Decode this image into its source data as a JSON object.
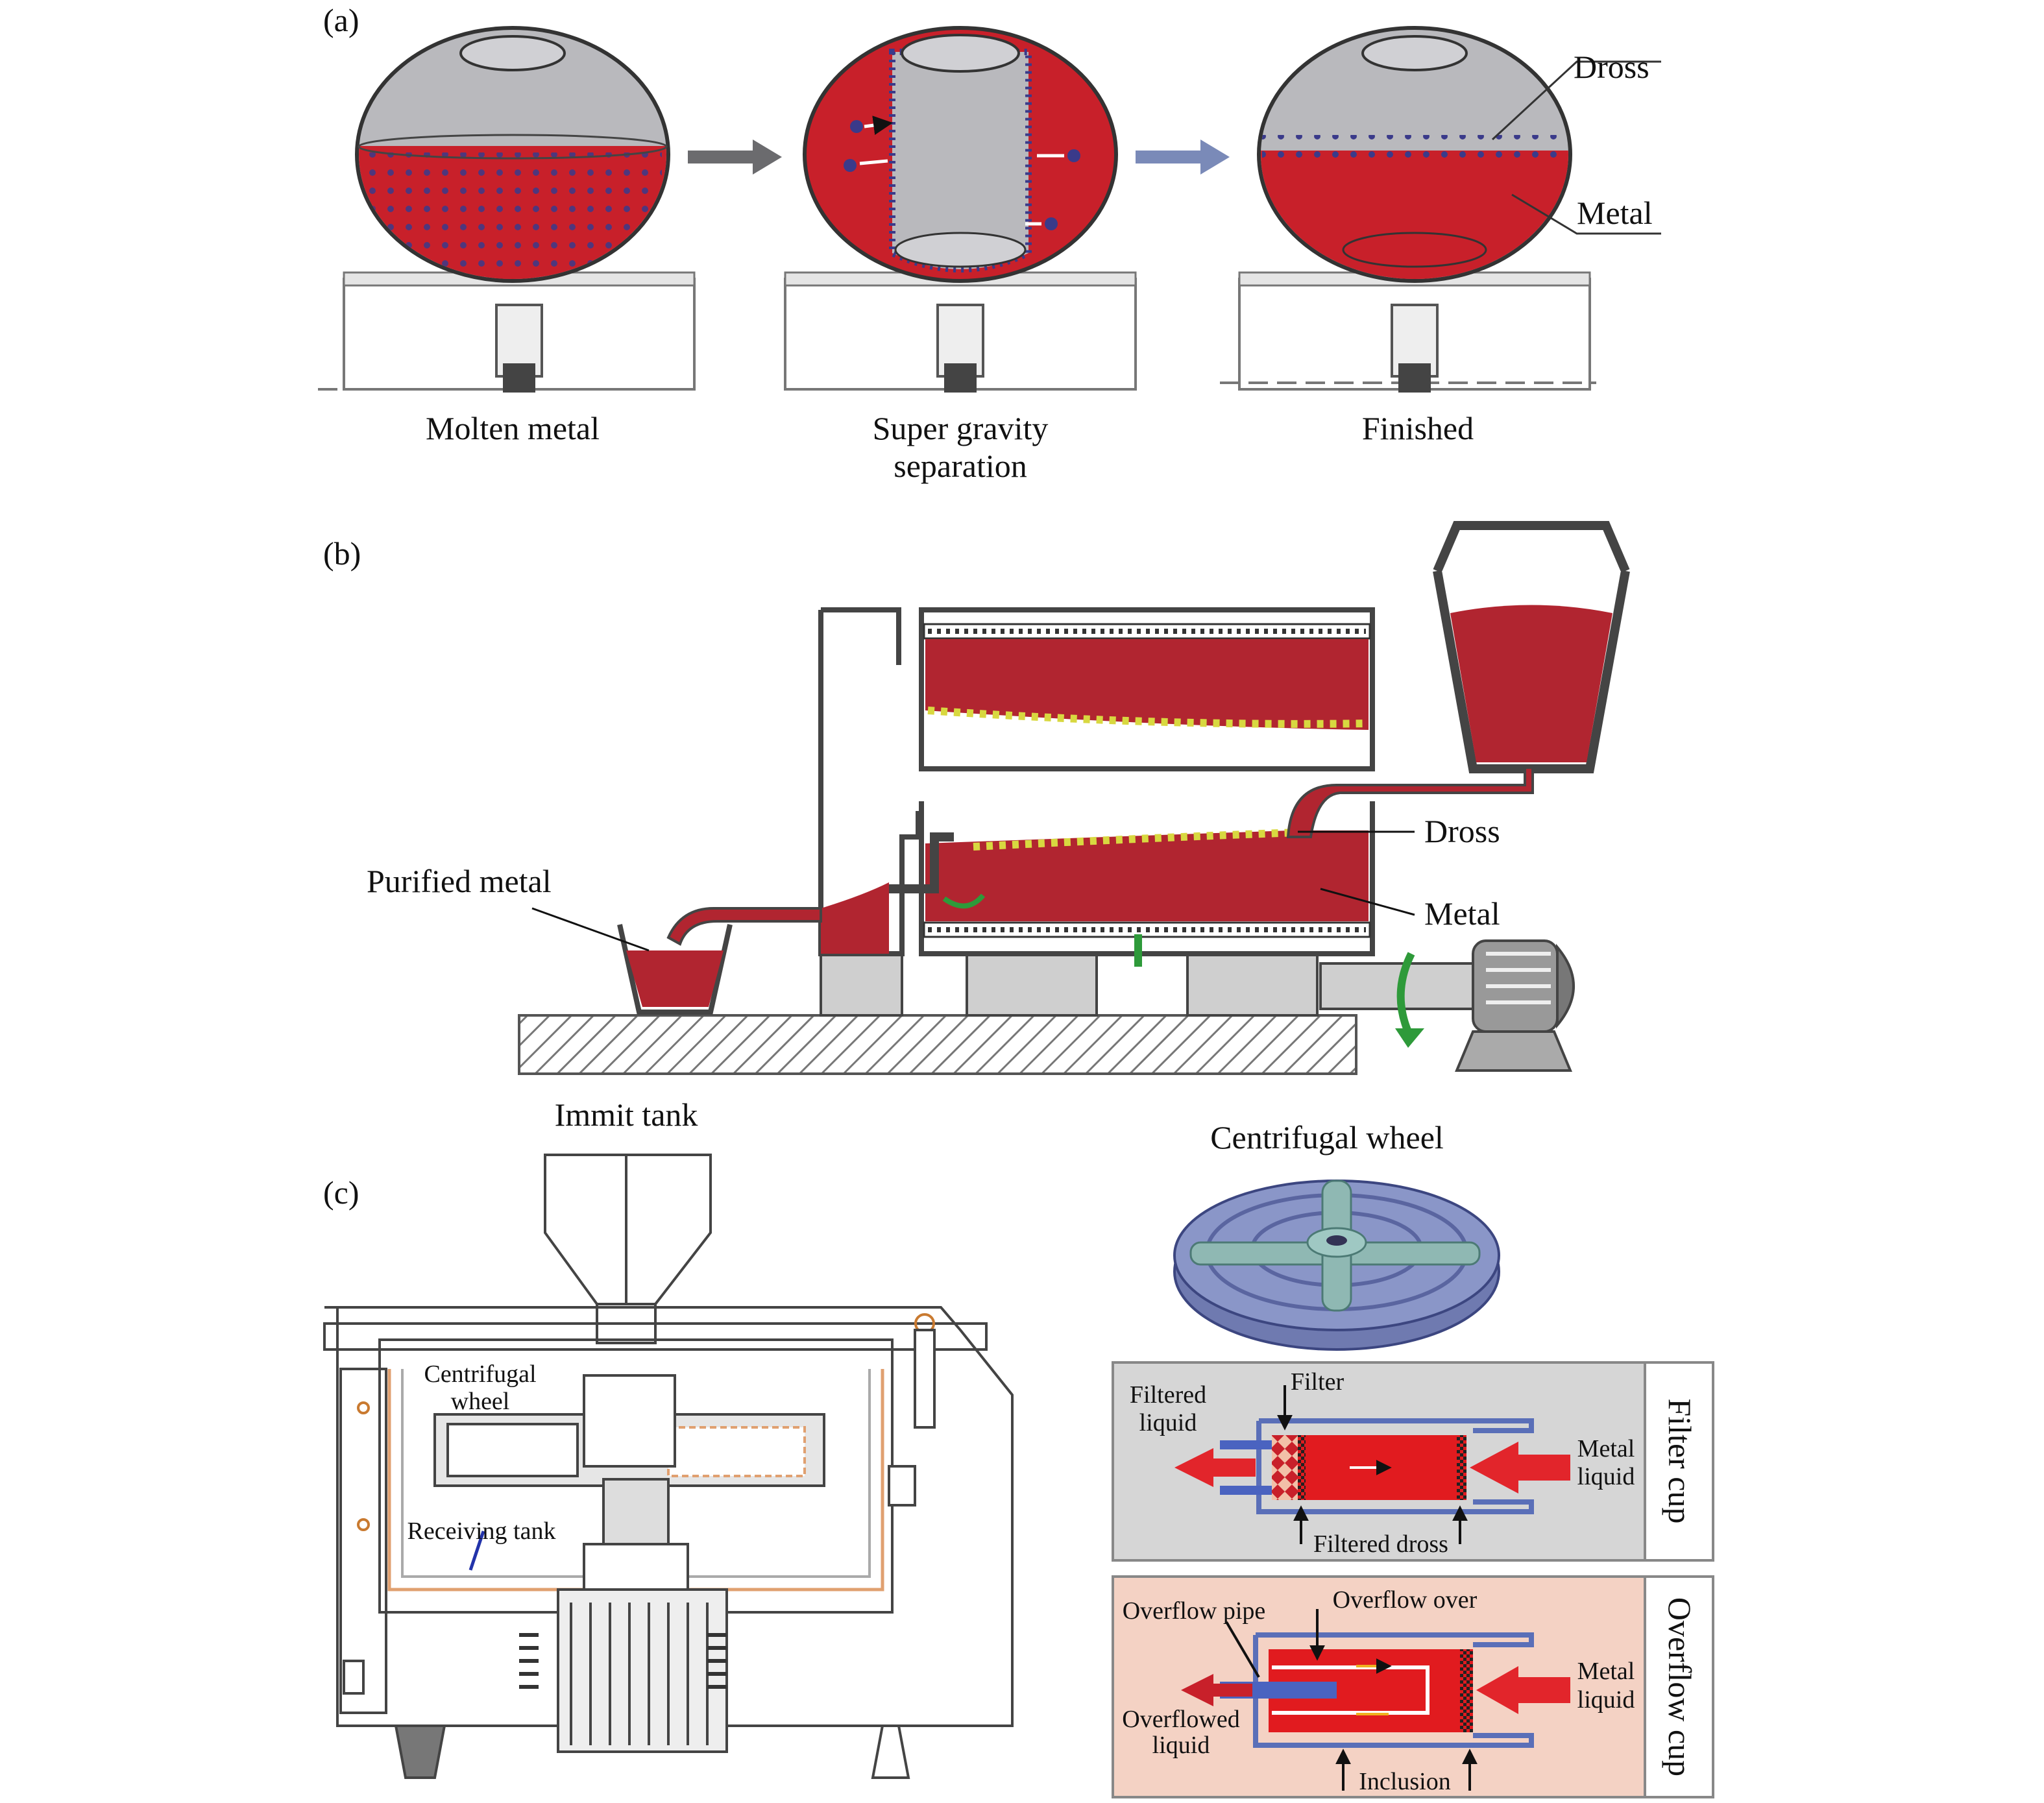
{
  "panels": {
    "a": {
      "label": "(a)",
      "stage1": "Molten metal",
      "stage2_line1": "Super gravity",
      "stage2_line2": "separation",
      "stage3": "Finished",
      "dross": "Dross",
      "metal": "Metal"
    },
    "b": {
      "label": "(b)",
      "purified": "Purified metal",
      "dross": "Dross",
      "metal": "Metal"
    },
    "c": {
      "label": "(c)",
      "immit_tank": "Immit tank",
      "centrifugal_wheel_title": "Centrifugal wheel",
      "cw_line1": "Centrifugal",
      "cw_line2": "wheel",
      "receiving_tank": "Receiving tank",
      "filter_cup": {
        "title": "Filter cup",
        "filter": "Filter",
        "filtered_line1": "Filtered",
        "filtered_line2": "liquid",
        "metal_line1": "Metal",
        "metal_line2": "liquid",
        "filtered_dross": "Filtered dross"
      },
      "overflow_cup": {
        "title": "Overflow cup",
        "overflow_pipe": "Overflow pipe",
        "overflow_over": "Overflow over",
        "overflowed_line1": "Overflowed",
        "overflowed_line2": "liquid",
        "metal_line1": "Metal",
        "metal_line2": "liquid",
        "inclusion": "Inclusion"
      }
    }
  },
  "colors": {
    "molten": "#c8202a",
    "gray": "#b9b9bd",
    "dross_dot": "#3a3a8a",
    "arrow": "#e2252b",
    "wheel": "#8a96c8",
    "filter_bg": "#d6d6d6",
    "overflow_bg": "#f4d2c4"
  }
}
